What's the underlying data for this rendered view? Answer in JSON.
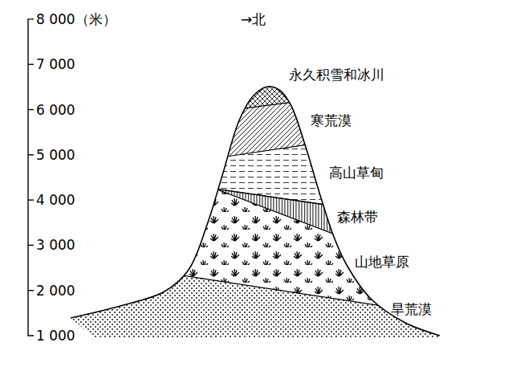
{
  "diagram": {
    "labels": [
      "8 000（米）",
      "→北",
      "永久积雪和冰川",
      "7 000",
      "寒荒漠",
      "6 000",
      "高山草甸",
      "5 000",
      "森林带",
      "4 000",
      "3 000",
      "山地草原",
      "2 000",
      "旱荒漠",
      "1 000"
    ]
  }
}
